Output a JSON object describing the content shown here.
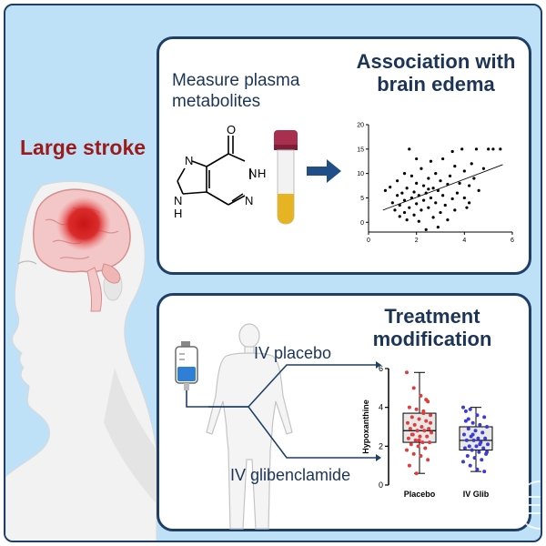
{
  "main_label": "Large stroke",
  "top_panel": {
    "left_text_line1": "Measure plasma",
    "left_text_line2": "metabolites",
    "title_line1": "Association with",
    "title_line2": "brain edema",
    "molecule_labels": {
      "o": "O",
      "nh_top": "N",
      "h_top": "H",
      "n_left": "N",
      "n_right": "N",
      "nh_bottom": "N",
      "h_bottom": "H"
    }
  },
  "bottom_panel": {
    "title_line1": "Treatment",
    "title_line2": "modification",
    "arm_placebo": "IV placebo",
    "arm_glib": "IV glibenclamide"
  },
  "colors": {
    "frame_bg": "#bfe1f7",
    "panel_border": "#1f3f66",
    "stroke_label": "#9b1b1b",
    "placebo_dots": "#e23b3b",
    "glib_dots": "#3b3bd6",
    "arrow": "#1f4f86"
  },
  "chart_data": [
    {
      "type": "scatter",
      "title": "",
      "xlabel": "",
      "ylabel": "",
      "xlim": [
        0,
        6
      ],
      "ylim": [
        -2,
        20
      ],
      "x_ticks": [
        "0",
        "2",
        "4",
        "6"
      ],
      "y_ticks": [
        "0",
        "5",
        "10",
        "15",
        "20"
      ],
      "trendline": {
        "x0": 0.6,
        "y0": 2.5,
        "x1": 5.6,
        "y1": 11.8
      },
      "points": [
        [
          0.7,
          6.5
        ],
        [
          0.9,
          7.2
        ],
        [
          1.0,
          4.0
        ],
        [
          1.1,
          2.5
        ],
        [
          1.2,
          5.5
        ],
        [
          1.3,
          1.2
        ],
        [
          1.3,
          3.5
        ],
        [
          1.4,
          6.0
        ],
        [
          1.5,
          2.0
        ],
        [
          1.5,
          4.5
        ],
        [
          1.6,
          0.5
        ],
        [
          1.6,
          7.0
        ],
        [
          1.7,
          3.0
        ],
        [
          1.7,
          15.0
        ],
        [
          1.8,
          5.0
        ],
        [
          1.8,
          9.5
        ],
        [
          1.9,
          1.5
        ],
        [
          1.9,
          6.2
        ],
        [
          2.0,
          3.8
        ],
        [
          2.0,
          8.0
        ],
        [
          2.1,
          0.2
        ],
        [
          2.1,
          5.5
        ],
        [
          2.2,
          2.5
        ],
        [
          2.2,
          11.0
        ],
        [
          2.3,
          4.5
        ],
        [
          2.3,
          7.5
        ],
        [
          2.4,
          6.0
        ],
        [
          2.4,
          -1.5
        ],
        [
          2.5,
          9.0
        ],
        [
          2.5,
          3.0
        ],
        [
          2.6,
          12.5
        ],
        [
          2.6,
          5.0
        ],
        [
          2.7,
          7.0
        ],
        [
          2.7,
          1.0
        ],
        [
          2.8,
          4.0
        ],
        [
          2.8,
          10.0
        ],
        [
          2.9,
          6.5
        ],
        [
          3.0,
          2.0
        ],
        [
          3.0,
          8.5
        ],
        [
          3.1,
          5.5
        ],
        [
          3.1,
          13.0
        ],
        [
          3.2,
          3.5
        ],
        [
          3.3,
          7.8
        ],
        [
          3.3,
          0.5
        ],
        [
          3.4,
          9.5
        ],
        [
          3.5,
          4.8
        ],
        [
          3.6,
          11.5
        ],
        [
          3.6,
          2.5
        ],
        [
          3.7,
          6.0
        ],
        [
          3.8,
          8.0
        ],
        [
          3.9,
          15.0
        ],
        [
          4.0,
          5.0
        ],
        [
          4.0,
          10.5
        ],
        [
          4.1,
          3.0
        ],
        [
          4.2,
          7.5
        ],
        [
          4.3,
          12.0
        ],
        [
          4.4,
          9.0
        ],
        [
          4.5,
          15.0
        ],
        [
          4.6,
          6.5
        ],
        [
          4.8,
          11.0
        ],
        [
          5.0,
          15.0
        ],
        [
          5.2,
          15.0
        ],
        [
          5.5,
          15.0
        ],
        [
          2.0,
          13.0
        ],
        [
          1.5,
          10.0
        ],
        [
          3.5,
          14.5
        ],
        [
          2.9,
          -1.0
        ],
        [
          1.2,
          8.5
        ],
        [
          4.2,
          4.0
        ],
        [
          2.5,
          6.8
        ]
      ]
    },
    {
      "type": "box",
      "title": "",
      "xlabel": "",
      "ylabel": "Hypoxanthine",
      "ylim": [
        0,
        6
      ],
      "y_ticks": [
        "0",
        "2",
        "4",
        "6"
      ],
      "categories": [
        "Placebo",
        "IV Glib"
      ],
      "series": [
        {
          "name": "Placebo",
          "box": {
            "min": 0.6,
            "q1": 2.2,
            "median": 2.8,
            "q3": 3.7,
            "max": 5.8
          },
          "points": [
            5.8,
            5.0,
            4.6,
            4.3,
            4.0,
            3.9,
            3.8,
            3.6,
            3.5,
            3.4,
            3.3,
            3.2,
            3.1,
            3.0,
            2.9,
            2.9,
            2.8,
            2.8,
            2.7,
            2.6,
            2.5,
            2.5,
            2.4,
            2.3,
            2.2,
            2.2,
            2.1,
            2.0,
            1.9,
            1.8,
            1.6,
            1.5,
            1.3,
            1.0,
            0.6,
            3.7,
            3.2,
            2.6,
            2.3,
            4.4
          ]
        },
        {
          "name": "IV Glib",
          "box": {
            "min": 0.7,
            "q1": 1.8,
            "median": 2.3,
            "q3": 3.0,
            "max": 4.0
          },
          "points": [
            4.0,
            3.9,
            3.6,
            3.5,
            3.3,
            3.2,
            3.1,
            3.0,
            2.9,
            2.8,
            2.7,
            2.6,
            2.5,
            2.4,
            2.4,
            2.3,
            2.3,
            2.2,
            2.1,
            2.0,
            2.0,
            1.9,
            1.9,
            1.8,
            1.7,
            1.6,
            1.5,
            1.4,
            1.3,
            1.2,
            1.0,
            0.8,
            0.7,
            3.8,
            2.6,
            2.1,
            1.7,
            3.4
          ]
        }
      ]
    }
  ]
}
